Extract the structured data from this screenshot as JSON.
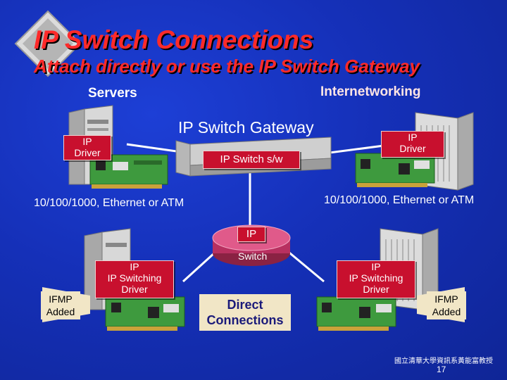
{
  "slide": {
    "title": "IP Switch Connections",
    "subtitle": "Attach directly or use the IP Switch Gateway",
    "page_number": "17",
    "footer_text": "國立清華大學資訊系黃能富教授"
  },
  "diagram": {
    "servers_label": "Servers",
    "internetworking_label": "Internetworking",
    "gateway_label": "IP Switch Gateway",
    "gateway_sw_label": "IP Switch s/w",
    "ip_driver_left": [
      "IP",
      "Driver"
    ],
    "ip_driver_right": [
      "IP",
      "Driver"
    ],
    "link_left_label": "10/100/1000, Ethernet or ATM",
    "link_right_label": "10/100/1000, Ethernet or ATM",
    "switch_top_label": "IP",
    "switch_bottom_label": "Switch",
    "switching_driver_left": [
      "IP",
      "IP Switching",
      "Driver"
    ],
    "switching_driver_right": [
      "IP",
      "IP Switching",
      "Driver"
    ],
    "ifmp_left": [
      "IFMP",
      "Added"
    ],
    "ifmp_right": [
      "IFMP",
      "Added"
    ],
    "direct_connections": [
      "Direct",
      "Connections"
    ]
  },
  "colors": {
    "background": "#1530b8",
    "title_red": "#ff2a2a",
    "tag_red": "#c8102e",
    "bubble_beige": "#f1e6c6",
    "switch_pink": "#d84a78",
    "link_line": "#ffffff",
    "nic_green": "#3e9a3e"
  }
}
